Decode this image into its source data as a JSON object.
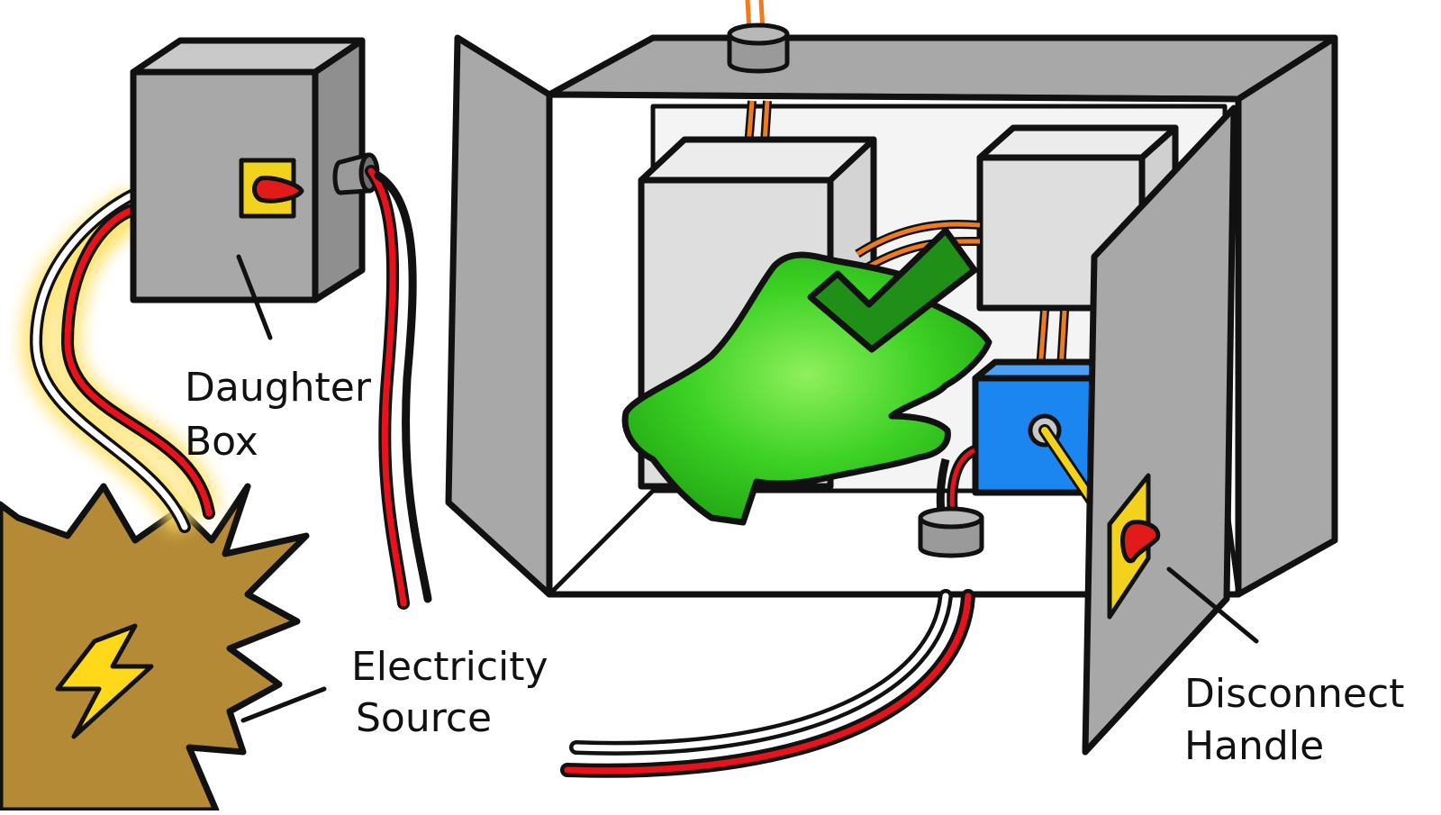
{
  "labels": {
    "daughter_box": [
      "Daughter",
      "Box"
    ],
    "electricity_source": [
      "Electricity",
      "Source"
    ],
    "disconnect_handle": [
      "Disconnect",
      "Handle"
    ]
  },
  "colors": {
    "box_gray": "#a8a8a8",
    "box_light": "#d8d8d8",
    "box_white": "#e6e6e6",
    "switch_yellow": "#f2d21c",
    "switch_red": "#e11a1a",
    "wire_red": "#e8121c",
    "wire_orange": "#f07a1e",
    "source_brown": "#b58a36",
    "bolt_yellow": "#ffd81a",
    "glove_green": "#3dd124",
    "check_green": "#1f8f17",
    "breaker_blue": "#1b86f0",
    "glow": "#ffe26a"
  },
  "icons": [
    "lightning-bolt-icon",
    "check-mark-icon",
    "glove-icon"
  ]
}
